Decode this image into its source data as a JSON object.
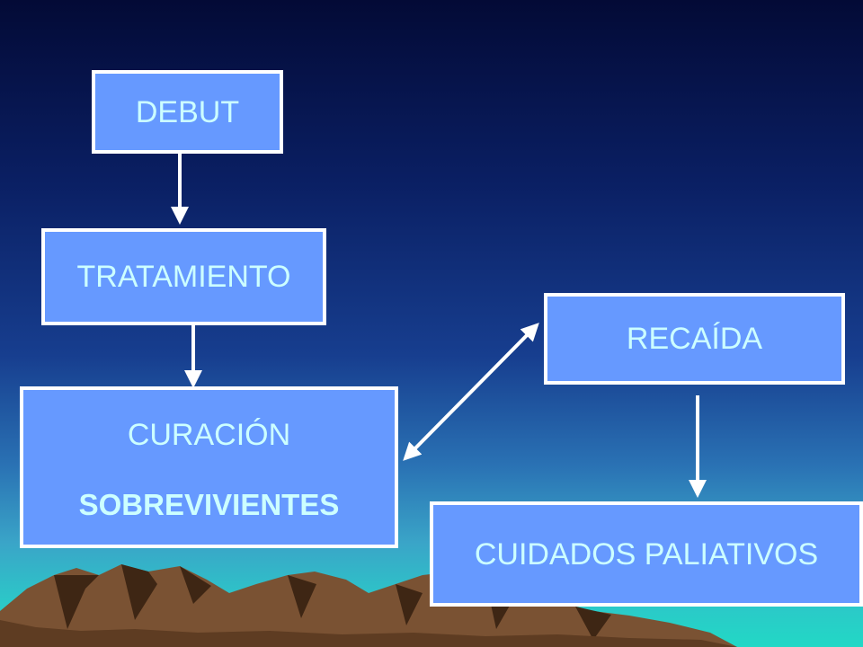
{
  "diagram": {
    "nodes": {
      "debut": {
        "label": "DEBUT"
      },
      "tratamiento": {
        "label": "TRATAMIENTO"
      },
      "curacion": {
        "label": "CURACIÓN",
        "sublabel": "SOBREVIVIENTES"
      },
      "recaida": {
        "label": "RECAÍDA"
      },
      "cuidados": {
        "label": "CUIDADOS PALIATIVOS"
      }
    },
    "edges": [
      {
        "from": "debut",
        "to": "tratamiento",
        "direction": "forward"
      },
      {
        "from": "tratamiento",
        "to": "curacion",
        "direction": "forward"
      },
      {
        "from": "curacion",
        "to": "recaida",
        "direction": "both"
      },
      {
        "from": "recaida",
        "to": "cuidados",
        "direction": "forward"
      }
    ],
    "colors": {
      "box_fill": "#6699ff",
      "box_border": "#ffffff",
      "text": "#ccffff",
      "arrow": "#ffffff",
      "mountain": "#7a5233",
      "mountain_dark": "#3e2614",
      "sky_top": "#030a36",
      "sea": "#22d8c6"
    }
  }
}
